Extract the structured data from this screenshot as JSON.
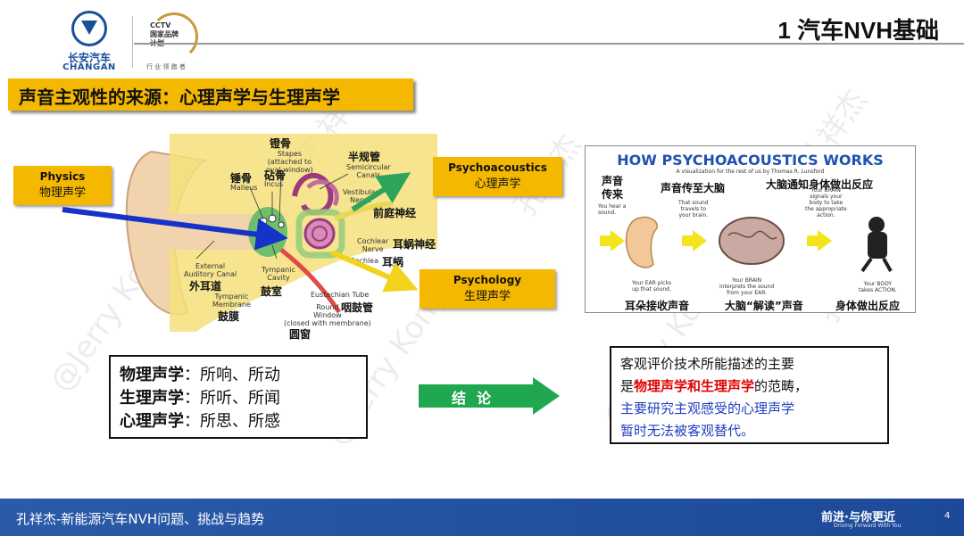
{
  "header": {
    "brand_cn": "长安汽车",
    "brand_en": "CHANGAN",
    "cctv_lines": [
      "CCTV",
      "国家品牌",
      "计划"
    ],
    "cctv_sub": "行 业 领 跑 者",
    "title": "1 汽车NVH基础"
  },
  "section_label": "声音主观性的来源：心理声学与生理声学",
  "ear": {
    "physics": {
      "en": "Physics",
      "cn": "物理声学"
    },
    "psychoacoustics": {
      "en": "Psychoacoustics",
      "cn": "心理声学"
    },
    "psychology": {
      "en": "Psychology",
      "cn": "生理声学"
    },
    "labels_en": {
      "stapes": "Stapes\n(attached to\noval window)",
      "malleus": "Malleus",
      "incus": "Incus",
      "semicircular": "Semicircular\nCanals",
      "vestibular": "Vestibular\nNerve",
      "cochlear_nerve": "Cochlear\nNerve",
      "cochlea": "Cochlea",
      "external": "External\nAuditory Canal",
      "tympanic_cavity": "Tympanic\nCavity",
      "tympanic_membrane": "Tympanic\nMembrane",
      "eustachian": "Eustachian Tube",
      "round_window": "Round\nWindow\n(closed with membrane)"
    },
    "labels_cn": {
      "stapes": "镫骨",
      "malleus": "锤骨",
      "incus": "砧骨",
      "semicircular": "半规管",
      "vestibular": "前庭神经",
      "cochlear_nerve": "耳蜗神经",
      "cochlea": "耳蜗",
      "external": "外耳道",
      "tympanic_cavity": "鼓室",
      "tympanic_membrane": "鼓膜",
      "eustachian": "咽鼓管",
      "round_window": "圆窗"
    }
  },
  "panel": {
    "title": "HOW PSYCHOACOUSTICS WORKS",
    "subtitle": "A visualization for the rest of us by Thomas R. Lunsford",
    "steps_cn": [
      "声音\n传来",
      "声音传至大脑",
      "大脑通知身体做出反应"
    ],
    "steps_en": [
      "You hear a\nsound.",
      "That sound\ntravels to\nyour brain.",
      "Your BRAIN\nsignals your\nbody to take\nthe appropriate\naction."
    ],
    "captions_en": [
      "Your EAR picks\nup that sound.",
      "Your BRAIN\ninterprets the sound\nfrom your EAR.",
      "Your BODY\ntakes ACTION."
    ],
    "captions_cn": [
      "耳朵接收声音",
      "大脑“解读”声音",
      "身体做出反应"
    ]
  },
  "definitions": [
    {
      "term": "物理声学",
      "desc": "：所响、所动"
    },
    {
      "term": "生理声学",
      "desc": "：所听、所闻"
    },
    {
      "term": "心理声学",
      "desc": "：所思、所感"
    }
  ],
  "conclusion": {
    "arrow_label": "结论",
    "line1": "客观评价技术所能描述的主要",
    "line2_prefix": "是",
    "line2_red": "物理声学和生理声学",
    "line2_suffix": "的范畴，",
    "line3": "主要研究主观感受的心理声学",
    "line4": "暂时无法被客观替代。"
  },
  "footer": {
    "text": "孔祥杰-新能源汽车NVH问题、挑战与趋势",
    "slogan": "前进·与你更近",
    "slogan_en": "Driving Forward With You",
    "page": "4"
  },
  "watermarks": [
    "孔祥杰",
    "@Jerry Kong",
    "孔祥杰",
    "@Jerry Kong",
    "孔祥杰",
    "@Jerry Kong",
    "孔祥杰"
  ],
  "colors": {
    "accent_yellow": "#f5b800",
    "blue": "#1f52b0",
    "footer_blue": "#2a5aa8",
    "green_arrow": "#1fa84f",
    "red": "#e00000"
  }
}
